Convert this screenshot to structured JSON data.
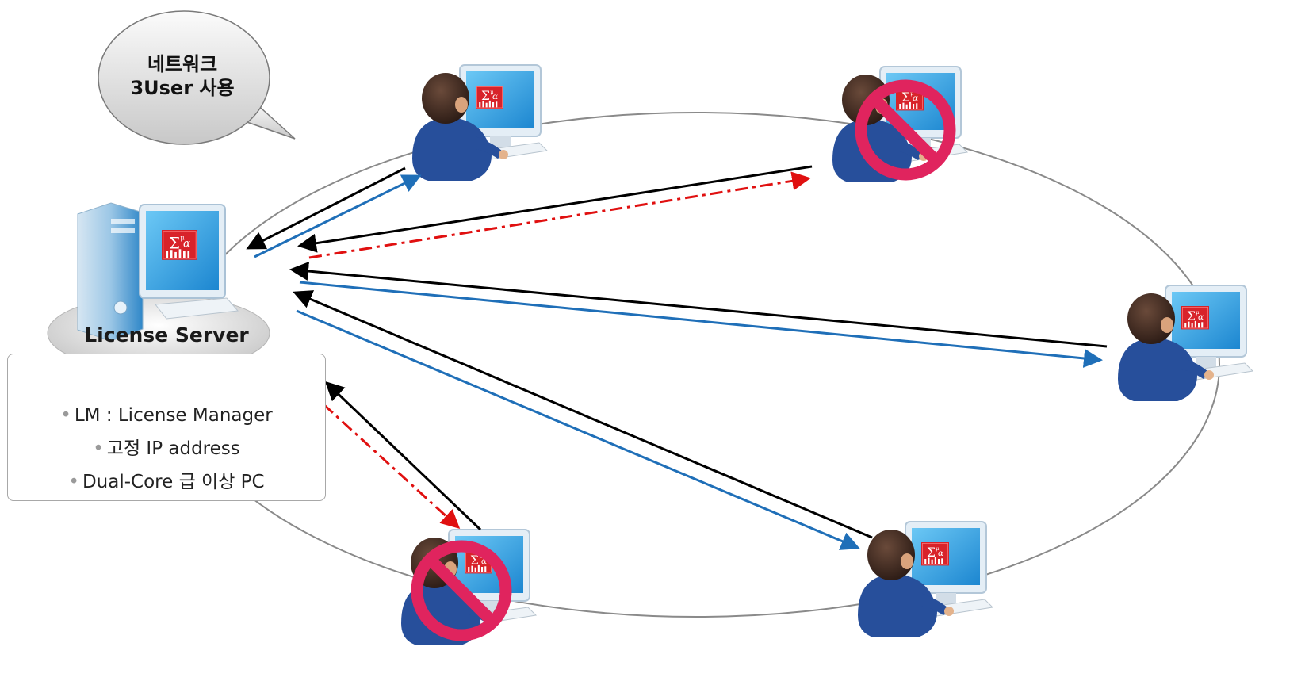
{
  "bubble": {
    "lines": [
      "네트워크",
      "3User 사용"
    ]
  },
  "server": {
    "label": "License Server",
    "details": [
      "LM : License Manager",
      "고정 IP address",
      "Dual-Core 급 이상 PC"
    ]
  },
  "clients": [
    {
      "id": "client-top-left",
      "blocked": false
    },
    {
      "id": "client-top-right",
      "blocked": true
    },
    {
      "id": "client-right",
      "blocked": false
    },
    {
      "id": "client-bottom-right",
      "blocked": false
    },
    {
      "id": "client-bottom-left",
      "blocked": true
    }
  ],
  "colors": {
    "request_arrow": "#000000",
    "grant_arrow": "#1f6fb8",
    "denied_arrow": "#e01010",
    "block_sign": "#e0245e",
    "monitor_blue": "#2a9ee0",
    "person_blue": "#274f9b"
  },
  "icons": [
    "server-computer-icon",
    "user-at-computer-icon",
    "no-entry-sign-icon",
    "speech-bubble-icon",
    "app-logo-icon"
  ]
}
